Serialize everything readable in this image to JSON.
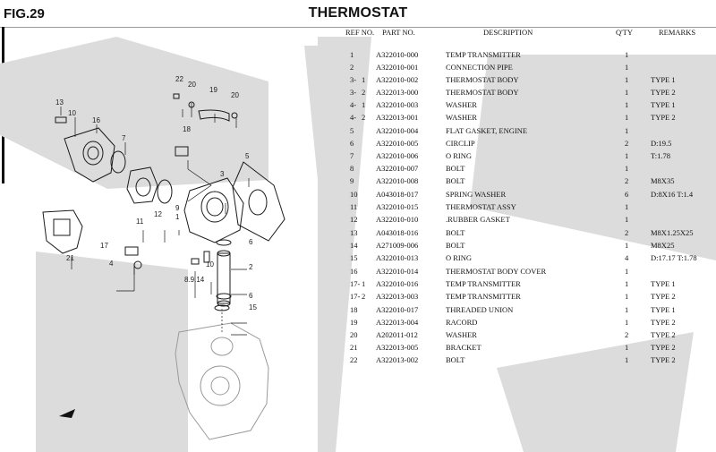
{
  "header": {
    "fig": "FIG.29",
    "title": "THERMOSTAT"
  },
  "columns": {
    "ref_no": "REF NO.",
    "part_no": "PART NO.",
    "description": "DESCRIPTION",
    "qty": "Q'TY",
    "remarks": "REMARKS"
  },
  "rows": [
    {
      "ref": "1",
      "sub": "",
      "part": "A322010-000",
      "desc": "TEMP TRANSMITTER",
      "qty": "1",
      "rem": ""
    },
    {
      "ref": "2",
      "sub": "",
      "part": "A322010-001",
      "desc": "CONNECTION PIPE",
      "qty": "1",
      "rem": ""
    },
    {
      "ref": "3-",
      "sub": "1",
      "part": "A322010-002",
      "desc": "THERMOSTAT BODY",
      "qty": "1",
      "rem": "TYPE 1"
    },
    {
      "ref": "3-",
      "sub": "2",
      "part": "A322013-000",
      "desc": "THERMOSTAT BODY",
      "qty": "1",
      "rem": "TYPE 2"
    },
    {
      "ref": "4-",
      "sub": "1",
      "part": "A322010-003",
      "desc": "WASHER",
      "qty": "1",
      "rem": "TYPE 1"
    },
    {
      "ref": "4-",
      "sub": "2",
      "part": "A322013-001",
      "desc": "WASHER",
      "qty": "1",
      "rem": "TYPE 2"
    },
    {
      "ref": "5",
      "sub": "",
      "part": "A322010-004",
      "desc": "FLAT GASKET, ENGINE",
      "qty": "1",
      "rem": ""
    },
    {
      "ref": "6",
      "sub": "",
      "part": "A322010-005",
      "desc": "CIRCLIP",
      "qty": "2",
      "rem": "D:19.5"
    },
    {
      "ref": "7",
      "sub": "",
      "part": "A322010-006",
      "desc": "O RING",
      "qty": "1",
      "rem": "T:1.78"
    },
    {
      "ref": "8",
      "sub": "",
      "part": "A322010-007",
      "desc": "BOLT",
      "qty": "1",
      "rem": ""
    },
    {
      "ref": "9",
      "sub": "",
      "part": "A322010-008",
      "desc": "BOLT",
      "qty": "2",
      "rem": "M8X35"
    },
    {
      "ref": "10",
      "sub": "",
      "part": "A043018-017",
      "desc": "SPRING WASHER",
      "qty": "6",
      "rem": "D:8X16 T:1.4"
    },
    {
      "ref": "11",
      "sub": "",
      "part": "A322010-015",
      "desc": "THERMOSTAT ASSY",
      "qty": "1",
      "rem": ""
    },
    {
      "ref": "12",
      "sub": "",
      "part": "A322010-010",
      "desc": ".RUBBER GASKET",
      "qty": "1",
      "rem": ""
    },
    {
      "ref": "13",
      "sub": "",
      "part": "A043018-016",
      "desc": "BOLT",
      "qty": "2",
      "rem": "M8X1.25X25"
    },
    {
      "ref": "14",
      "sub": "",
      "part": "A271009-006",
      "desc": "BOLT",
      "qty": "1",
      "rem": "M8X25"
    },
    {
      "ref": "15",
      "sub": "",
      "part": "A322010-013",
      "desc": "O RING",
      "qty": "4",
      "rem": "D:17.17 T:1.78"
    },
    {
      "ref": "16",
      "sub": "",
      "part": "A322010-014",
      "desc": "THERMOSTAT BODY COVER",
      "qty": "1",
      "rem": ""
    },
    {
      "ref": "17-",
      "sub": "1",
      "part": "A322010-016",
      "desc": "TEMP TRANSMITTER",
      "qty": "1",
      "rem": "TYPE 1"
    },
    {
      "ref": "17-",
      "sub": "2",
      "part": "A322013-003",
      "desc": "TEMP TRANSMITTER",
      "qty": "1",
      "rem": "TYPE 2"
    },
    {
      "ref": "18",
      "sub": "",
      "part": "A322010-017",
      "desc": "THREADED UNION",
      "qty": "1",
      "rem": "TYPE 1"
    },
    {
      "ref": "19",
      "sub": "",
      "part": "A322013-004",
      "desc": "RACORD",
      "qty": "1",
      "rem": "TYPE 2"
    },
    {
      "ref": "20",
      "sub": "",
      "part": "A202011-012",
      "desc": "WASHER",
      "qty": "2",
      "rem": "TYPE 2"
    },
    {
      "ref": "21",
      "sub": "",
      "part": "A322013-005",
      "desc": "BRACKET",
      "qty": "1",
      "rem": "TYPE 2"
    },
    {
      "ref": "22",
      "sub": "",
      "part": "A322013-002",
      "desc": "BOLT",
      "qty": "1",
      "rem": "TYPE 2"
    }
  ],
  "callouts": [
    "13",
    "10",
    "16",
    "7",
    "22",
    "20",
    "19",
    "20",
    "18",
    "5",
    "3",
    "9",
    "1",
    "12",
    "11",
    "17",
    "4",
    "21",
    "6",
    "10",
    "2",
    "8.9.14",
    "6",
    "15"
  ],
  "colors": {
    "watermark": "#dcdcdc",
    "text": "#111111",
    "rule": "#9a9a9a"
  }
}
